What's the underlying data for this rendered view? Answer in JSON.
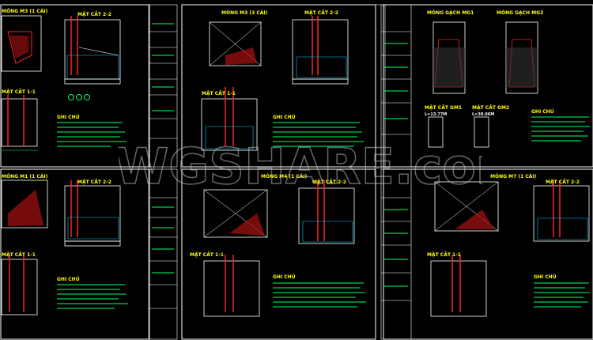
{
  "sheets": [
    {
      "tl": "MÓNG M3 (1 CÁI)",
      "tr": "MẶT CẮT 2-2",
      "ml": "MẶT CẮT 1-1",
      "note": "GHI CHÚ"
    },
    {
      "tl": "MÓNG M3 (3 CÁI)",
      "tr": "MẶT CẮT 2-2",
      "ml": "MẶT CẮT 1-1",
      "note": "GHI CHÚ"
    },
    {
      "tl": "MÓNG GẠCH MG1",
      "tr": "MÓNG GẠCH MG2",
      "ml": "MẶT CẮT GM1",
      "mr": "MẶT CẮT GM2",
      "note": "GHI CHÚ"
    },
    {
      "tl": "MÓNG M1 (1 CÁI)",
      "tr": "MẶT CẮT 2-2",
      "ml": "MẶT CẮT 1-1",
      "note": "GHI CHÚ"
    },
    {
      "tl": "MÓNG M4 (1 CÁI)",
      "tr": "MẶT CẮT 2-2",
      "ml": "MẶT CẮT 1-1",
      "note": "GHI CHÚ"
    },
    {
      "tl": "MÓNG M7 (1 CÁI)",
      "tr": "MẶT CẮT 2-2",
      "ml": "MẶT CẮT 1-1",
      "note": "GHI CHÚ"
    }
  ],
  "sheet3_labels": {
    "gm1": "L=13.77M",
    "gm2": "L=30.06M"
  },
  "watermark": "DWGSHARE.com",
  "colors": {
    "frame": "#ffffff",
    "accent": "#ffff00",
    "rebar": "#ff2222",
    "dim": "#00ff66",
    "line": "#00ccff"
  }
}
